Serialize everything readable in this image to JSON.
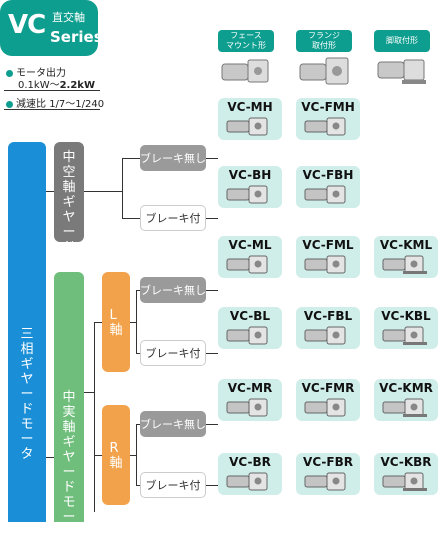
{
  "header": {
    "brand": "VC",
    "brand_sub": "直交軸",
    "series": "Series",
    "motor_output_label": "モータ出力",
    "motor_output_range": "0.1kW〜",
    "motor_output_max": "2.2kW",
    "reduction_label": "減速比",
    "reduction_range": "1/7〜1/240"
  },
  "colors": {
    "teal": "#0e9e8f",
    "blue": "#1a8fd8",
    "gray": "#7a7a7a",
    "green": "#6fbe7c",
    "orange": "#f2a24a",
    "card": "#cfeee9"
  },
  "mounts": [
    {
      "line1": "フェース",
      "line2": "マウント形",
      "icon": "face-mount-motor-icon"
    },
    {
      "line1": "フランジ",
      "line2": "取付形",
      "icon": "flange-mount-motor-icon"
    },
    {
      "line1": "脚取付形",
      "line2": "",
      "icon": "foot-mount-motor-icon"
    }
  ],
  "categories": {
    "main": "三相ギヤードモータ",
    "hollow": "中空軸ギヤードモータ",
    "solid": "中実軸ギヤードモータ",
    "l_shaft": "L軸",
    "r_shaft": "R軸"
  },
  "brake": {
    "without": "ブレーキ無し",
    "with": "ブレーキ付"
  },
  "products": {
    "row1": [
      "VC-MH",
      "VC-FMH",
      ""
    ],
    "row2": [
      "VC-BH",
      "VC-FBH",
      ""
    ],
    "row3": [
      "VC-ML",
      "VC-FML",
      "VC-KML"
    ],
    "row4": [
      "VC-BL",
      "VC-FBL",
      "VC-KBL"
    ],
    "row5": [
      "VC-MR",
      "VC-FMR",
      "VC-KMR"
    ],
    "row6": [
      "VC-BR",
      "VC-FBR",
      "VC-KBR"
    ]
  }
}
